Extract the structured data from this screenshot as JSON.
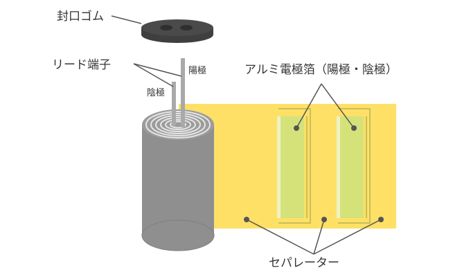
{
  "labels": {
    "seal_rubber": "封口ゴム",
    "lead_terminal": "リード端子",
    "anode": "陽極",
    "cathode": "陰極",
    "foil": "アルミ電極箔（陽極・陰極）",
    "separator": "セパレーター"
  },
  "colors": {
    "background": "#ffffff",
    "separator_sheet": "#ffe066",
    "foil_panel": "#d5e27a",
    "foil_edge": "#eef3c4",
    "frame": "#c9bd5c",
    "can_body": "#8f8f8f",
    "can_top": "#9c9c9c",
    "spiral": "#e6e6e6",
    "rubber": "#4a4a4a",
    "lead": "#a9a9a9",
    "pointer": "#555555",
    "text": "#333333"
  }
}
